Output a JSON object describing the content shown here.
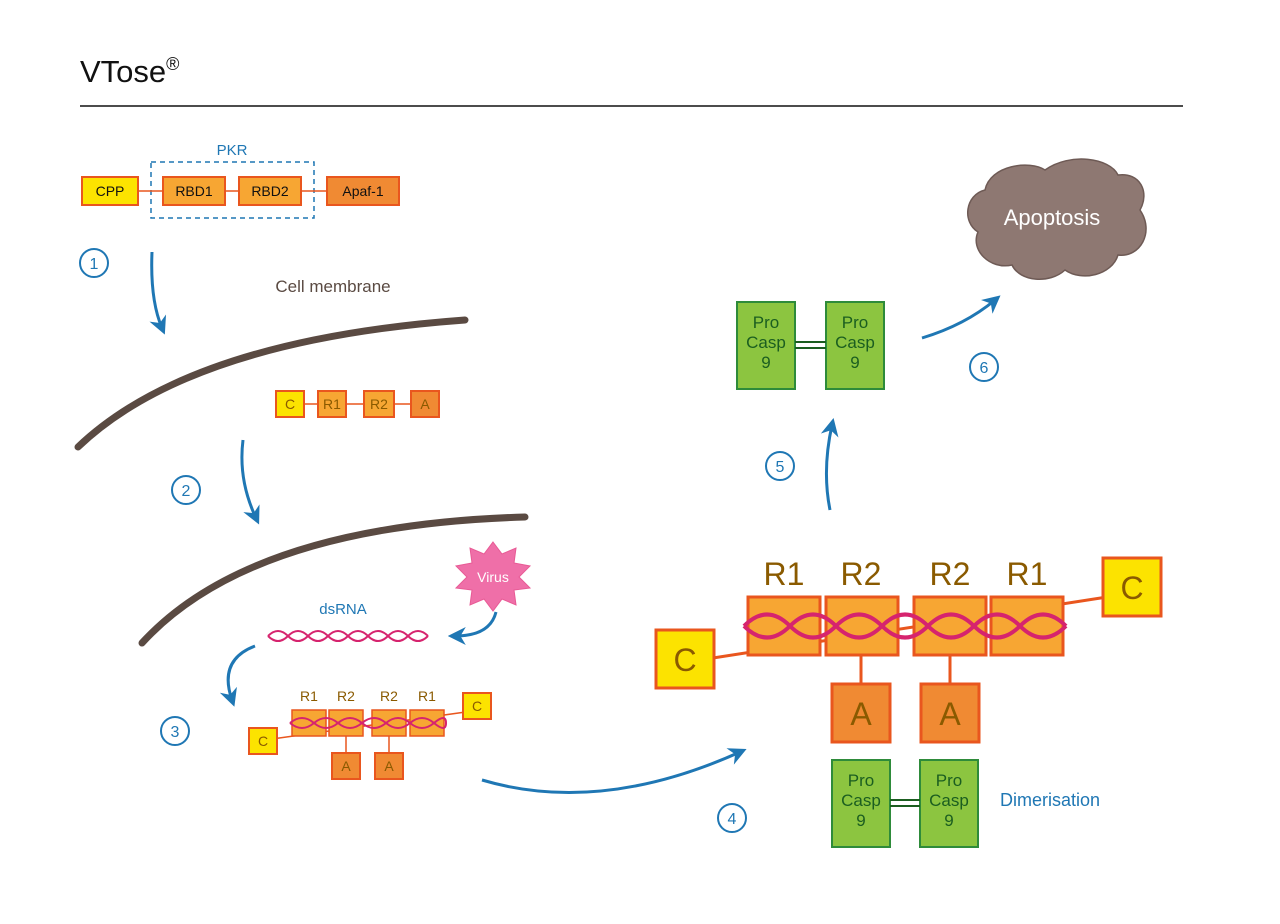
{
  "title": "VTose",
  "title_mark": "®",
  "colors": {
    "blue": "#1f77b4",
    "yellow": "#fce300",
    "orange_light": "#f7a633",
    "orange_dark": "#f08a33",
    "border_orange": "#e9561e",
    "green": "#8cc540",
    "green_border": "#2e8b3a",
    "green_text": "#1b5e20",
    "brown_text": "#8a5a00",
    "magenta": "#d6246e",
    "virus": "#ef6fa8",
    "apoptosis": "#8e7872",
    "membrane": "#5a4a42"
  },
  "construct": {
    "group_label": "PKR",
    "domains": [
      "CPP",
      "RBD1",
      "RBD2",
      "Apaf-1"
    ]
  },
  "short_construct": [
    "C",
    "R1",
    "R2",
    "A"
  ],
  "membrane_label": "Cell membrane",
  "dsrna_label": "dsRNA",
  "virus_label": "Virus",
  "complex_small": {
    "top_labels": [
      "R1",
      "R2",
      "R2",
      "R1"
    ],
    "cpp": "C",
    "apaf": "A"
  },
  "complex_large": {
    "top_labels": [
      "R1",
      "R2",
      "R2",
      "R1"
    ],
    "cpp": "C",
    "apaf": "A"
  },
  "procasp_label": "Pro Casp 9",
  "procasp_lines": [
    "Pro",
    "Casp",
    "9"
  ],
  "dimerisation_label": "Dimerisation",
  "apoptosis_label": "Apoptosis",
  "steps": [
    "1",
    "2",
    "3",
    "4",
    "5",
    "6"
  ]
}
